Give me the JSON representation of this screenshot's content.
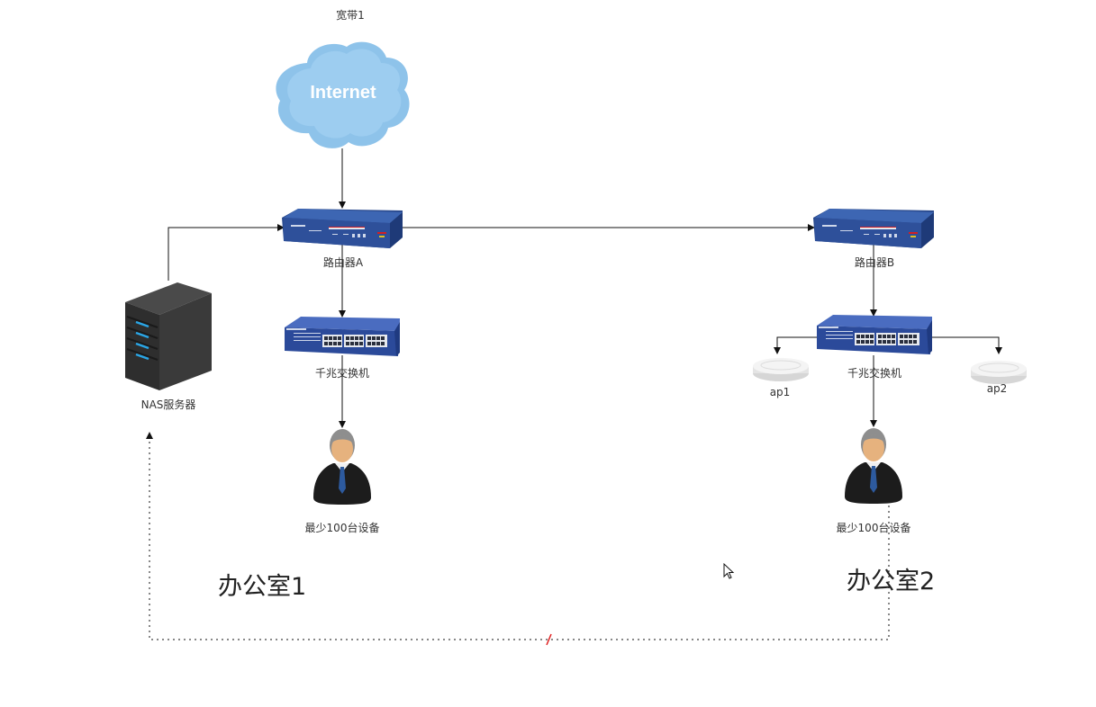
{
  "diagram": {
    "isp_label": "宽带1",
    "cloud_label": "Internet",
    "router_a_label": "路由器A",
    "router_b_label": "路由器B",
    "switch_a_label": "千兆交换机",
    "switch_b_label": "千兆交换机",
    "nas_label": "NAS服务器",
    "users_a_label": "最少100台设备",
    "users_b_label": "最少100台设备",
    "ap1_label": "ap1",
    "ap2_label": "ap2",
    "office1_label": "办公室1",
    "office2_label": "办公室2"
  },
  "colors": {
    "cloud": "#93c9ee",
    "device_blue": "#2e4f97",
    "nas": "#3a3a3a",
    "nas_led": "#2aa6e6",
    "line": "#111111",
    "break_mark": "#e02020"
  }
}
